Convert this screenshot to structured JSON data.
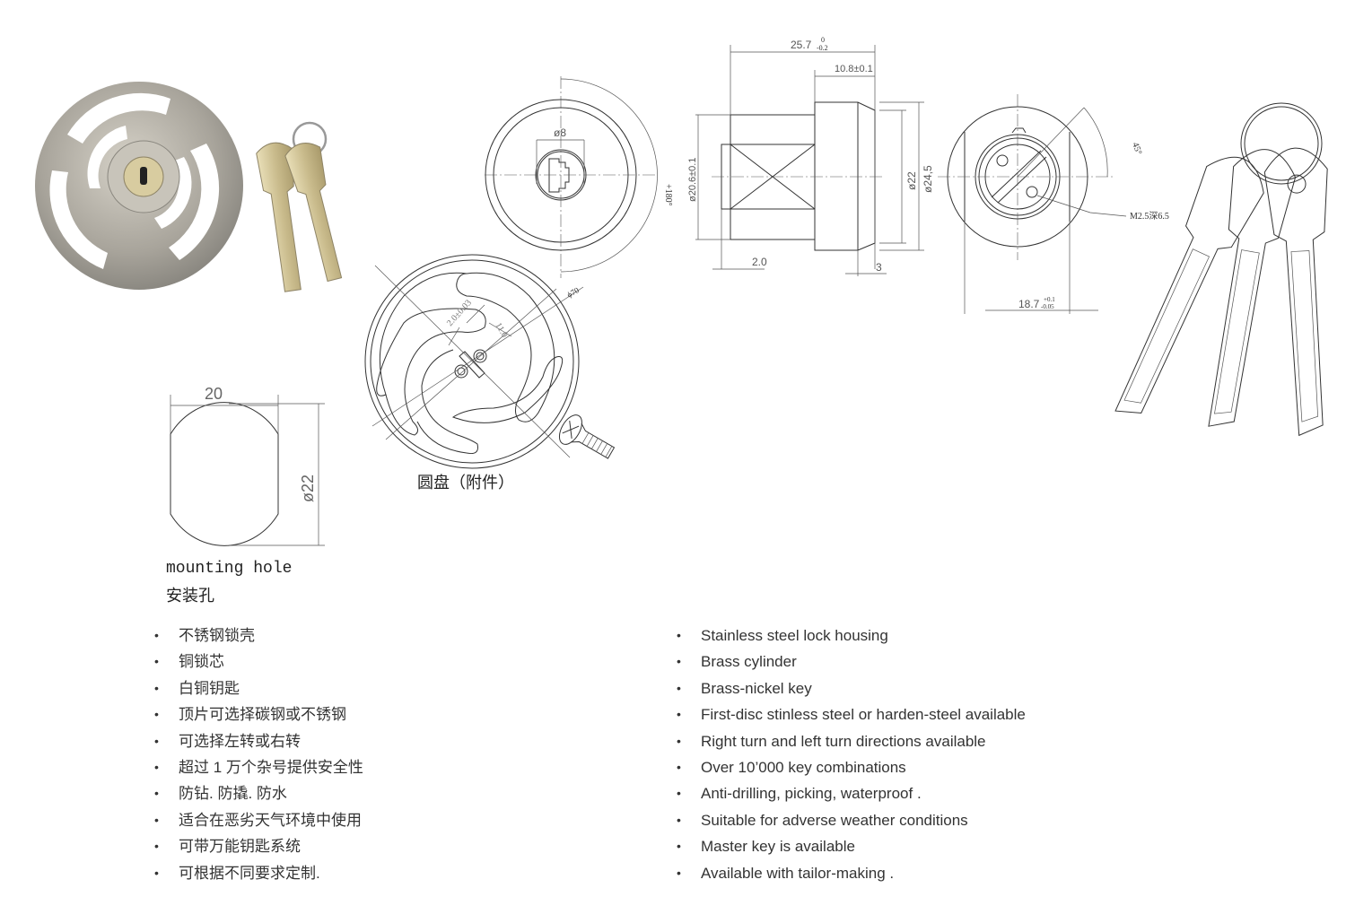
{
  "front_view": {
    "key_diameter": "ø8",
    "rotation": "+180°"
  },
  "side_view": {
    "overall_length": "25.7",
    "overall_length_tol_upper": "0",
    "overall_length_tol_lower": "-0.2",
    "flange_length": "10.8±0.1",
    "body_diameter": "ø20.6±0.1",
    "chamfer_diameter": "ø22",
    "flange_diameter": "ø24,5",
    "plug_offset": "2.0",
    "chamfer_length": "3"
  },
  "rear_view": {
    "angle": "45°",
    "thread_note": "M2.5深6.5",
    "flat_width": "18.7",
    "flat_width_tol_upper": "+0.1",
    "flat_width_tol_lower": "-0.05"
  },
  "disc": {
    "diameter": "ϕ70",
    "slot_width": "2.0±0.03",
    "hole_spacing": "11.0",
    "caption": "圆盘（附件）"
  },
  "mounting_hole": {
    "width": "20",
    "diameter": "ø22",
    "label_en": "mounting hole",
    "label_zh": "安装孔"
  },
  "features_zh": [
    "不锈钢锁壳",
    "铜锁芯",
    "白铜钥匙",
    "顶片可选择碳钢或不锈钢",
    "可选择左转或右转",
    "超过 1 万个杂号提供安全性",
    "防钻.  防撬.  防水",
    "适合在恶劣天气环境中使用",
    "可带万能钥匙系统",
    "可根据不同要求定制."
  ],
  "features_en": [
    "Stainless steel lock housing",
    "Brass cylinder",
    "Brass-nickel key",
    "First-disc stinless steel or harden-steel available",
    "Right turn and left turn directions available",
    "Over 10’000 key combinations",
    "Anti-drilling, picking, waterproof    .",
    "Suitable for adverse weather conditions",
    "Master key is available",
    "Available with tailor-making    ."
  ],
  "bullet": "•"
}
